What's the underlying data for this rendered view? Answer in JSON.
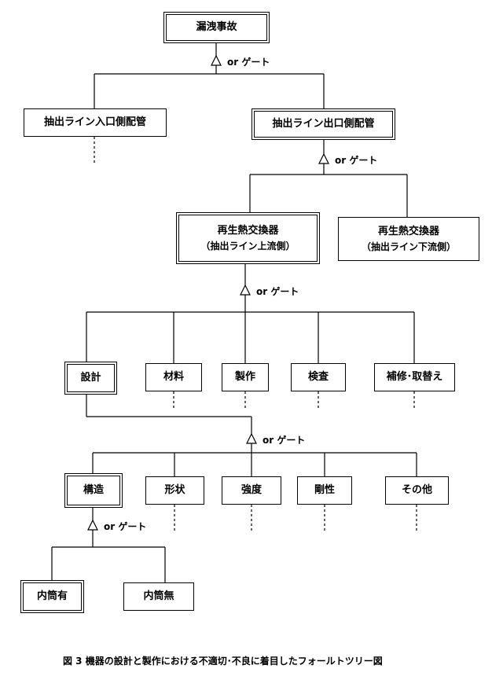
{
  "gate_label": "or ゲート",
  "nodes": {
    "leak_accident": "漏洩事故",
    "inlet_piping": "抽出ライン入口側配管",
    "outlet_piping": "抽出ライン出口側配管",
    "regen_hx_up_title": "再生熱交換器",
    "regen_hx_up_sub": "（抽出ライン上流側）",
    "regen_hx_down_title": "再生熱交換器",
    "regen_hx_down_sub": "（抽出ライン下流側）",
    "design": "設計",
    "material": "材料",
    "manufacture": "製作",
    "inspection": "検査",
    "repair_replace": "補修･取替え",
    "structure": "構造",
    "shape": "形状",
    "strength": "強度",
    "rigidity": "剛性",
    "other": "その他",
    "inner_tube_yes": "内筒有",
    "inner_tube_no": "内筒無"
  },
  "caption": "図 3  機器の設計と製作における不適切･不良に着目したフォールトツリー図"
}
